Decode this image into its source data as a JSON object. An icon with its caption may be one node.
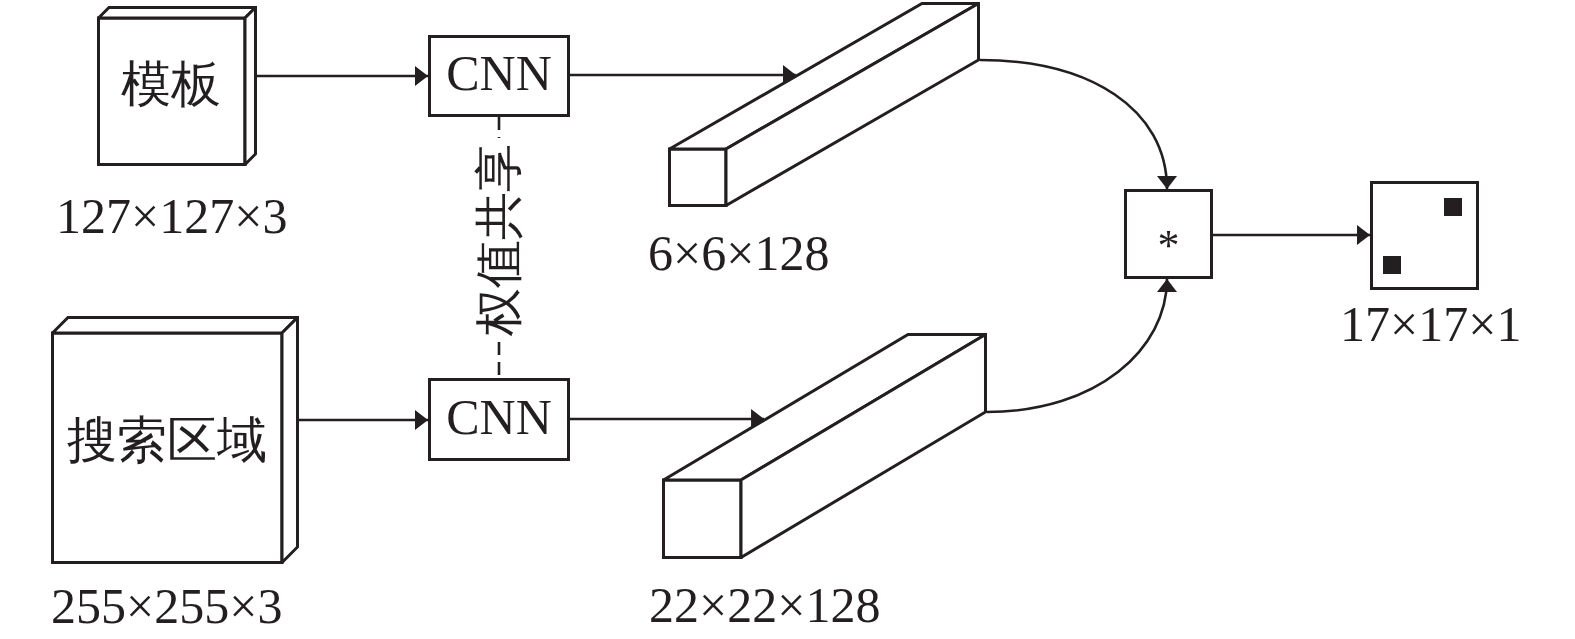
{
  "diagram": {
    "nodes": [
      {
        "text": [
          "模板"
        ],
        "beside": [
          "127×127×3"
        ]
      },
      {
        "text": [
          "CNN"
        ]
      },
      {
        "text": [],
        "shape": "box",
        "beside": [
          "6×6×128"
        ]
      },
      {
        "text": [
          "搜索区域"
        ],
        "beside": [
          "255×255×3"
        ]
      },
      {
        "text": [
          "CNN"
        ]
      },
      {
        "text": [],
        "shape": "box",
        "beside": [
          "22×22×128"
        ]
      },
      {
        "text": [
          "*"
        ]
      },
      {
        "text": [],
        "shape": "box",
        "beside": [
          "17×17×1"
        ]
      }
    ],
    "edges": [
      {
        "from": 0,
        "to": 1,
        "arrow": "to"
      },
      {
        "from": 1,
        "to": 2,
        "arrow": "to"
      },
      {
        "from": 3,
        "to": 4,
        "arrow": "to"
      },
      {
        "from": 4,
        "to": 5,
        "arrow": "to"
      },
      {
        "from": 1,
        "to": 4,
        "arrow": "none",
        "label": "权值共享",
        "style": "dashed"
      },
      {
        "from": 2,
        "to": 6,
        "arrow": "to"
      },
      {
        "from": 5,
        "to": 6,
        "arrow": "to"
      },
      {
        "from": 6,
        "to": 7,
        "arrow": "to"
      }
    ]
  }
}
